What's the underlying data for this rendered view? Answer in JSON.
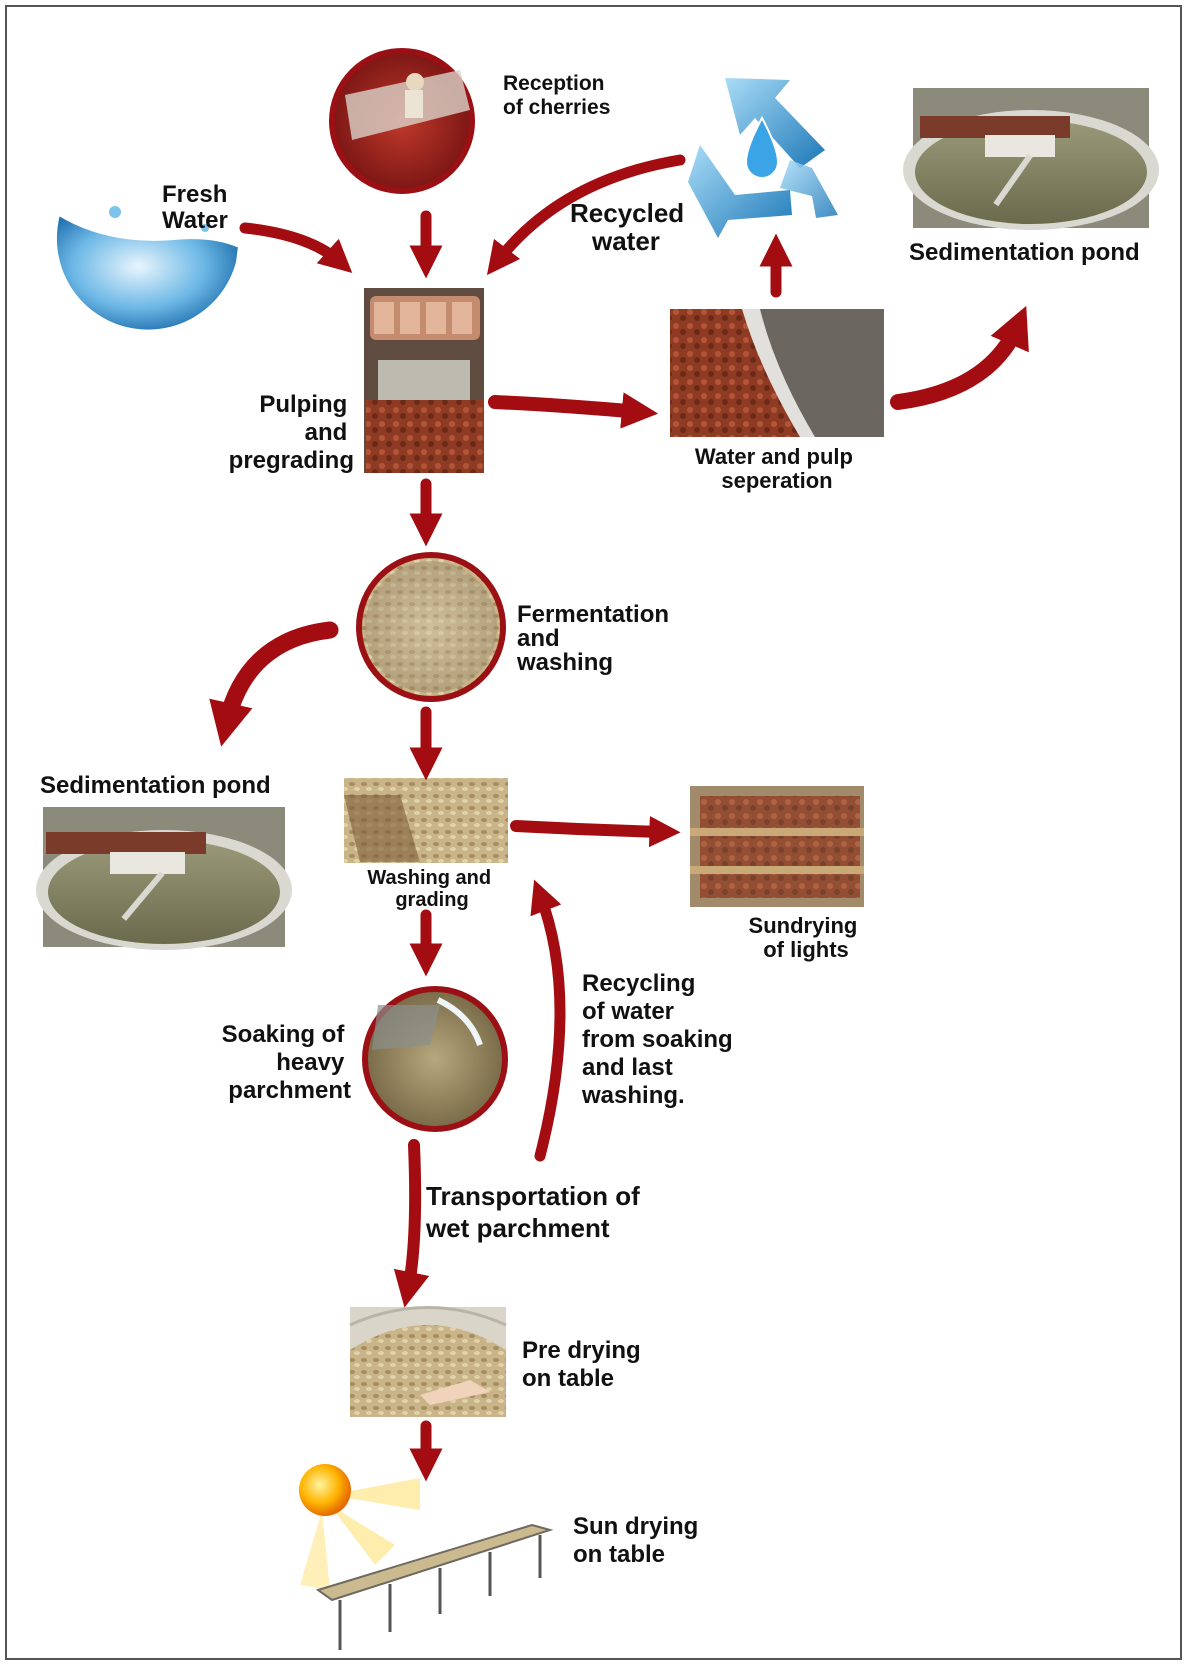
{
  "labels": {
    "reception": [
      "Reception",
      "of cherries"
    ],
    "fresh_water": [
      "Fresh",
      "Water"
    ],
    "recycled_water": [
      "Recycled",
      "water"
    ],
    "sedimentation_pond_top": [
      "Sedimentation pond"
    ],
    "pulping": [
      "Pulping",
      "and",
      "pregrading"
    ],
    "separation": [
      "Water and pulp",
      "seperation"
    ],
    "fermentation": [
      "Fermentation",
      "and",
      "washing"
    ],
    "sedimentation_pond_left": [
      "Sedimentation pond"
    ],
    "washing_grading": [
      "Washing and",
      "grading"
    ],
    "sundrying_lights": [
      "Sundrying",
      "of lights"
    ],
    "recycling_water": [
      "Recycling",
      "of water",
      "from soaking",
      "and last",
      "washing."
    ],
    "soaking": [
      "Soaking of",
      "heavy",
      "parchment"
    ],
    "transportation": [
      "Transportation of",
      "wet parchment"
    ],
    "pre_drying": [
      "Pre drying",
      "on table"
    ],
    "sun_drying": [
      "Sun drying",
      "on table"
    ]
  },
  "colors": {
    "arrow": "#a30d12",
    "circle_border": "#9b1014",
    "water": "#3c9bd6",
    "recycle": "#2f8fd0",
    "sun": "#ffb400"
  },
  "icons": [
    "water-splash-icon",
    "recycle-icon",
    "sun-icon"
  ]
}
